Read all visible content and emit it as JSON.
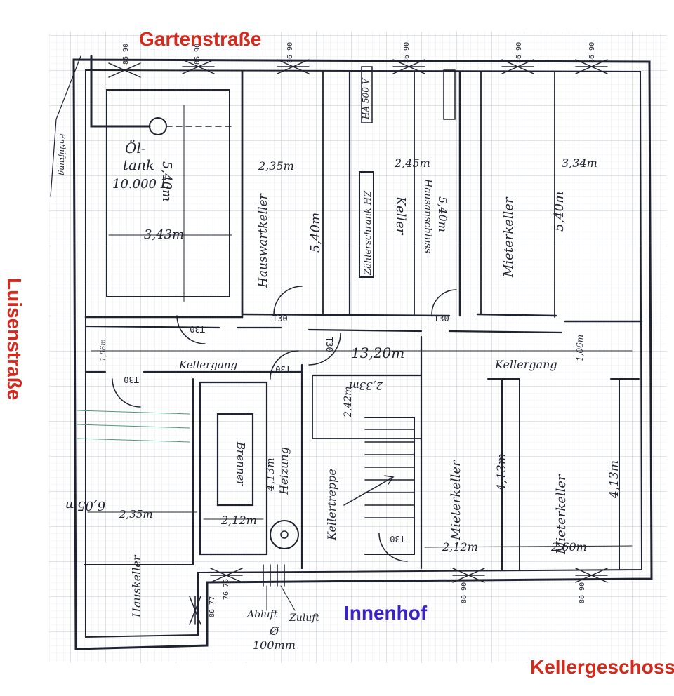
{
  "street_labels": {
    "north": "Gartenstraße",
    "west": "Luisenstraße",
    "yard": "Innenhof",
    "title": "Kellergeschoss"
  },
  "rooms": {
    "oiltank": [
      "Öl-",
      "tank",
      "10.000 L"
    ],
    "hauswartkeller": "Hauswartkeller",
    "zaehlerschrank": "Zählerschrank HZ",
    "hausanschluss": "HA 500 V",
    "keller_hausanschluss": "Keller",
    "hausanschluss_sub": "Hausanschluss",
    "mieterkeller": "Mieterkeller",
    "kellergang": "Kellergang",
    "brenner": "Brenner",
    "heizung": "Heizung",
    "kellertreppe": "Kellertreppe",
    "hauskeller": "Hauskeller",
    "entluftung": "Entlüftung",
    "abluft": "Abluft",
    "zuluft": "Zuluft",
    "duct_size": [
      "Ø",
      "100mm"
    ]
  },
  "dimensions": {
    "tank_h": "5,40m",
    "tank_w": "3,43m",
    "hw_w": "2,35m",
    "k2_w": "2,45m",
    "k3_w": "3,34m",
    "h540": "5,40m",
    "corridor": "13,20m",
    "corr_h": "1,06m",
    "r233": "2,33m",
    "r242": "2,42m",
    "h413": "4,13m",
    "h605": "6,05m",
    "w235": "2,35m",
    "w212": "2,12m",
    "w260": "2,60m",
    "win": "86 90",
    "win2": "86 77",
    "win3": "76 75"
  },
  "doors": {
    "t30": "T30"
  },
  "colors": {
    "street": "#d42a1e",
    "yard": "#3a22c8",
    "grid": "#c3c8d2",
    "ink": "#1f2230",
    "stamp": "#4a9a7a"
  }
}
